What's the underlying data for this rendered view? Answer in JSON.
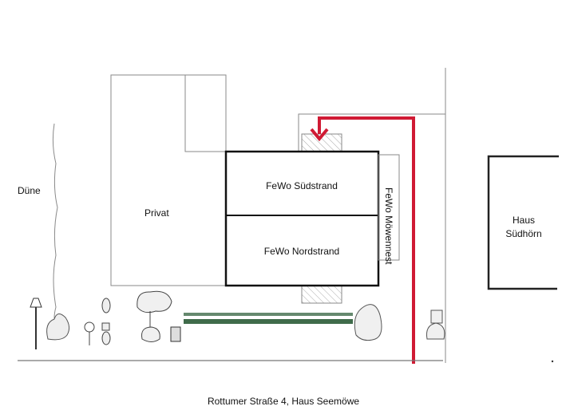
{
  "labels": {
    "dune": "Düne",
    "private": "Privat",
    "south_apartment": "FeWo Südstrand",
    "north_apartment": "FeWo Nordstrand",
    "seagull_nest_apartment": "FeWo Möwennest",
    "neighbor_house_line1": "Haus",
    "neighbor_house_line2": "Südhörn",
    "address": "Rottumer Straße 4, Haus Seemöwe"
  },
  "colors": {
    "route": "#d01a34",
    "fence": "#3f6b4a",
    "line": "#111111"
  }
}
